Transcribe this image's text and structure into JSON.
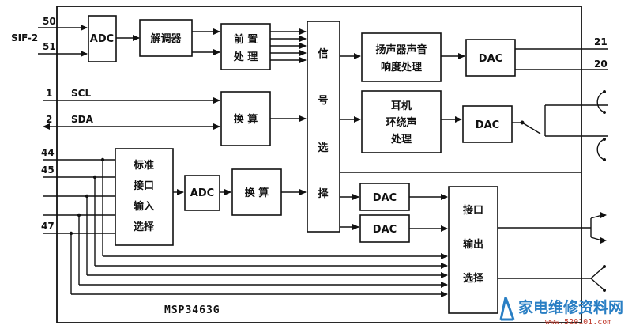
{
  "pins": {
    "p50": "50",
    "p51": "51",
    "p1": "1",
    "p2": "2",
    "p44": "44",
    "p45": "45",
    "p47": "47",
    "p21": "21",
    "p20": "20"
  },
  "labels": {
    "sif": "SIF-2",
    "scl": "SCL",
    "sda": "SDA",
    "chip_name": "MSP3463G"
  },
  "blocks": {
    "adc1": "ADC",
    "demod": "解调器",
    "pre_1": "前 置",
    "pre_2": "处 理",
    "sel_1": "信",
    "sel_2": "号",
    "sel_3": "选",
    "sel_4": "择",
    "spk_1": "扬声器声音",
    "spk_2": "响度处理",
    "dac_spk": "DAC",
    "conv1": "换 算",
    "hp_1": "耳机",
    "hp_2": "环绕声",
    "hp_3": "处理",
    "dac_hp": "DAC",
    "std_1": "标准",
    "std_2": "接口",
    "std_3": "输入",
    "std_4": "选择",
    "adc2": "ADC",
    "conv2": "换 算",
    "dac_a": "DAC",
    "dac_b": "DAC",
    "out_1": "接口",
    "out_2": "输出",
    "out_3": "选择"
  },
  "watermark": {
    "text": "家电维修资料网",
    "url": "www.520101.com"
  }
}
